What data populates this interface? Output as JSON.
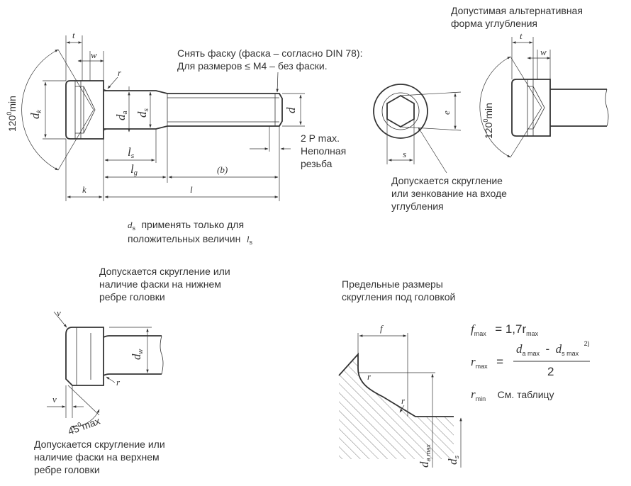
{
  "labels": {
    "top_note_line1": "Допустимая альтернативная",
    "top_note_line2": "форма углубления",
    "chamfer_line1": "Снять фаску (фаска – согласно DIN 78):",
    "chamfer_line2": "Для размеров ≤ M4 – без фаски.",
    "thread_line1": "2 P max.",
    "thread_line2": "Неполная",
    "thread_line3": "резьба",
    "socket_line1": "Допускается скругление",
    "socket_line2": "или зенкование на входе",
    "socket_line3": "углубления",
    "ds_note_a": "применять только для",
    "ds_note_b": "положительных величин",
    "bottom_edge_line1": "Допускается скругление или",
    "bottom_edge_line2": "наличие фаски на нижнем",
    "bottom_edge_line3": "ребре головки",
    "top_edge_line1": "Допускается скругление или",
    "top_edge_line2": "наличие фаски на верхнем",
    "top_edge_line3": "ребре головки",
    "limits_line1": "Предельные размеры",
    "limits_line2": "скругления под головкой",
    "see_table": "См. таблицу"
  },
  "dimensions": {
    "t": "t",
    "w": "w",
    "r": "r",
    "k": "k",
    "l": "l",
    "b": "(b)",
    "d": "d",
    "dk": "d",
    "dk_sub": "k",
    "da": "d",
    "da_sub": "a",
    "ds": "d",
    "ds_sub": "s",
    "ls": "l",
    "ls_sub": "s",
    "lg": "l",
    "lg_sub": "g",
    "e": "e",
    "s": "s",
    "angle": "120",
    "angle_sup": "0",
    "angle_suffix": "min",
    "v": "v",
    "dw": "d",
    "dw_sub": "w",
    "chamfer_angle": "45",
    "chamfer_angle_sup": "0",
    "chamfer_angle_suffix": "max",
    "f": "f",
    "da_max": "d",
    "da_max_sub": "a max",
    "ds_section": "d",
    "ds_section_sub": "s"
  },
  "formulas": {
    "f_max_lhs": "f",
    "f_max_lhs_sub": "max",
    "f_max_rhs": "= 1,7r",
    "f_max_rhs_sub": "max",
    "r_max_lhs": "r",
    "r_max_lhs_sub": "max",
    "r_max_eq": "=",
    "r_max_num_a": "d",
    "r_max_num_a_sub": "a max",
    "r_max_num_minus": "-",
    "r_max_num_b": "d",
    "r_max_num_b_sub": "s max",
    "r_max_footnote": "2)",
    "r_max_den": "2",
    "r_min_lhs": "r",
    "r_min_lhs_sub": "min"
  }
}
